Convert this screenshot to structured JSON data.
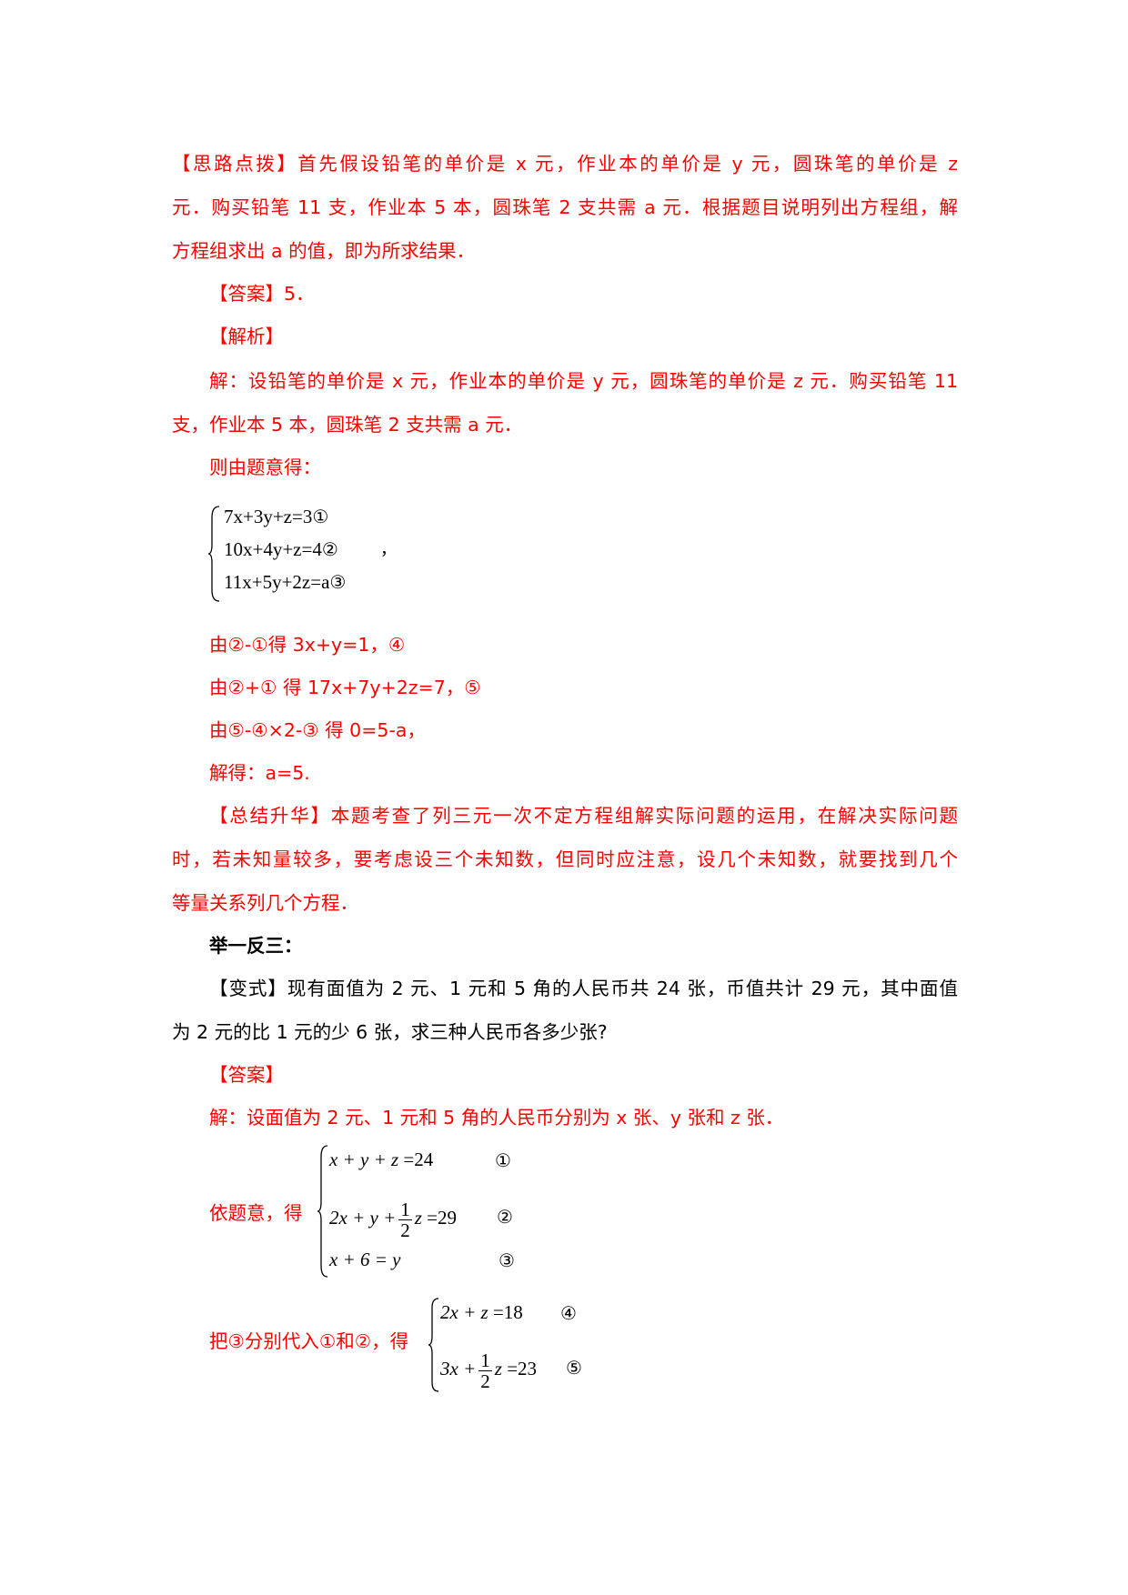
{
  "paragraphs": {
    "silu_1": "【思路点拨】首先假设铅笔的单价是 x 元，作业本的单价是 y 元，圆珠笔的单价是 z",
    "silu_2": "元．购买铅笔 11 支，作业本 5 本，圆珠笔 2 支共需 a 元．根据题目说明列出方程组，解",
    "silu_3": "方程组求出 a 的值，即为所求结果．",
    "answer1": "【答案】5．",
    "analysis_heading": "【解析】",
    "jie_1": "解：设铅笔的单价是 x 元，作业本的单价是 y 元，圆珠笔的单价是 z 元．购买铅笔 11",
    "jie_2": "支，作业本 5 本，圆珠笔 2 支共需 a 元．",
    "youtiyi": "则由题意得：",
    "step1": "由②-①得 3x+y=1，④",
    "step2": "由②+① 得 17x+7y+2z=7，⑤",
    "step3": "由⑤-④×2-③ 得 0=5-a，",
    "result": "解得：a=5.",
    "zongjie_1": "【总结升华】本题考查了列三元一次不定方程组解实际问题的运用，在解决实际问题",
    "zongjie_2": "时，若未知量较多，要考虑设三个未知数，但同时应注意，设几个未知数，就要找到几个",
    "zongjie_3": "等量关系列几个方程．",
    "juyi": "举一反三：",
    "bianshi_1": "【变式】现有面值为 2 元、1 元和 5 角的人民币共 24 张，币值共计 29 元，其中面值",
    "bianshi_2": "为 2 元的比 1 元的少 6 张，求三种人民币各多少张?",
    "answer2_heading": "【答案】",
    "jie2_1": "解：设面值为 2 元、1 元和 5 角的人民币分别为 x 张、y 张和 z 张．",
    "yitiyi": "依题意，得",
    "badai": "把③分别代入①和②，得"
  },
  "system1": {
    "row1": "7x+3y+z=3",
    "row1_mark": "①",
    "row2": "10x+4y+z=4",
    "row2_mark": "②",
    "row3": "11x+5y+2z=a",
    "row3_mark": "③",
    "trailing": "，"
  },
  "system2": {
    "r1_lhs": "x + y + z",
    "r1_rhs": "=24",
    "r1_mark": "①",
    "r2_lhs": "2x + y +",
    "r2_num": "1",
    "r2_den": "2",
    "r2_var": "z",
    "r2_rhs": "=29",
    "r2_mark": "②",
    "r3_lhs": "x + 6",
    "r3_rhs": "= y",
    "r3_mark": "③"
  },
  "system3": {
    "r1_lhs": "2x + z",
    "r1_rhs": "=18",
    "r1_mark": "④",
    "r2_lhs": "3x +",
    "r2_num": "1",
    "r2_den": "2",
    "r2_var": "z",
    "r2_rhs": "=23",
    "r2_mark": "⑤"
  }
}
